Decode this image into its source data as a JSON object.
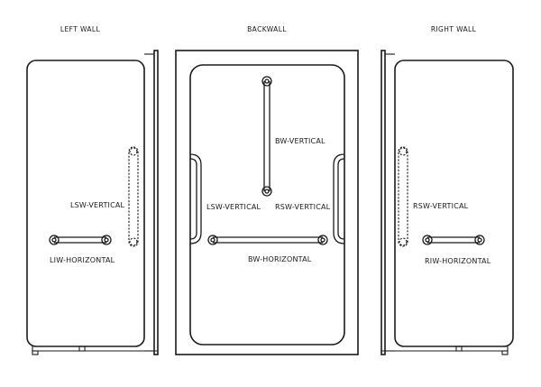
{
  "panels": {
    "left": {
      "title": "LEFT WALL"
    },
    "back": {
      "title": "BACKWALL"
    },
    "right": {
      "title": "RIGHT WALL"
    }
  },
  "labels": {
    "lsw_vertical": "LSW-VERTICAL",
    "liw_horizontal": "LIW-HORIZONTAL",
    "bw_vertical": "BW-VERTICAL",
    "lsw_vertical_back": "LSW-VERTICAL",
    "rsw_vertical_back": "RSW-VERTICAL",
    "bw_horizontal": "BW-HORIZONTAL",
    "rsw_vertical": "RSW-VERTICAL",
    "riw_horizontal": "RIW-HORIZONTAL"
  }
}
